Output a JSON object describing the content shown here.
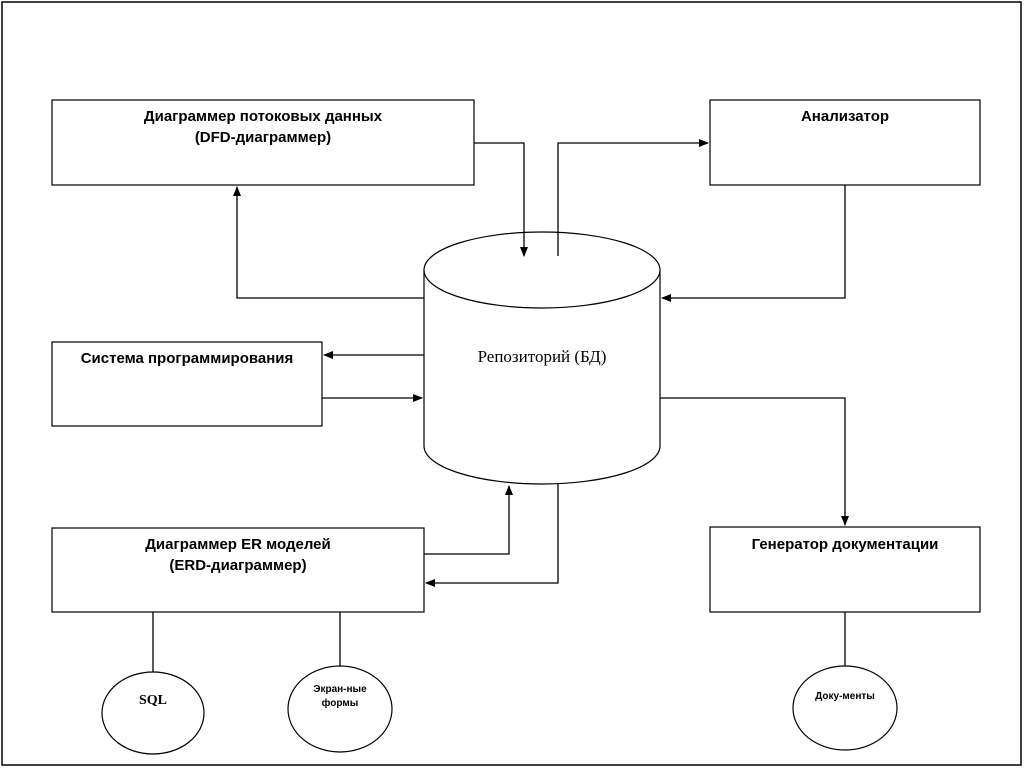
{
  "nodes": {
    "dfd": {
      "line1": "Диаграммер потоковых данных",
      "line2": "(DFD-диаграммер)"
    },
    "analyzer": {
      "label": "Анализатор"
    },
    "programming": {
      "label": "Система программирования"
    },
    "repository": {
      "label": "Репозиторий (БД)"
    },
    "erd": {
      "line1": "Диаграммер ER моделей",
      "line2": "(ERD-диаграммер)"
    },
    "docgen": {
      "label": "Генератор документации"
    },
    "sql": {
      "label": "SQL"
    },
    "forms": {
      "line1": "Экран-ные",
      "line2": "формы"
    },
    "docs": {
      "label": "Доку-менты"
    }
  },
  "colors": {
    "stroke": "#000000",
    "background": "#ffffff"
  }
}
